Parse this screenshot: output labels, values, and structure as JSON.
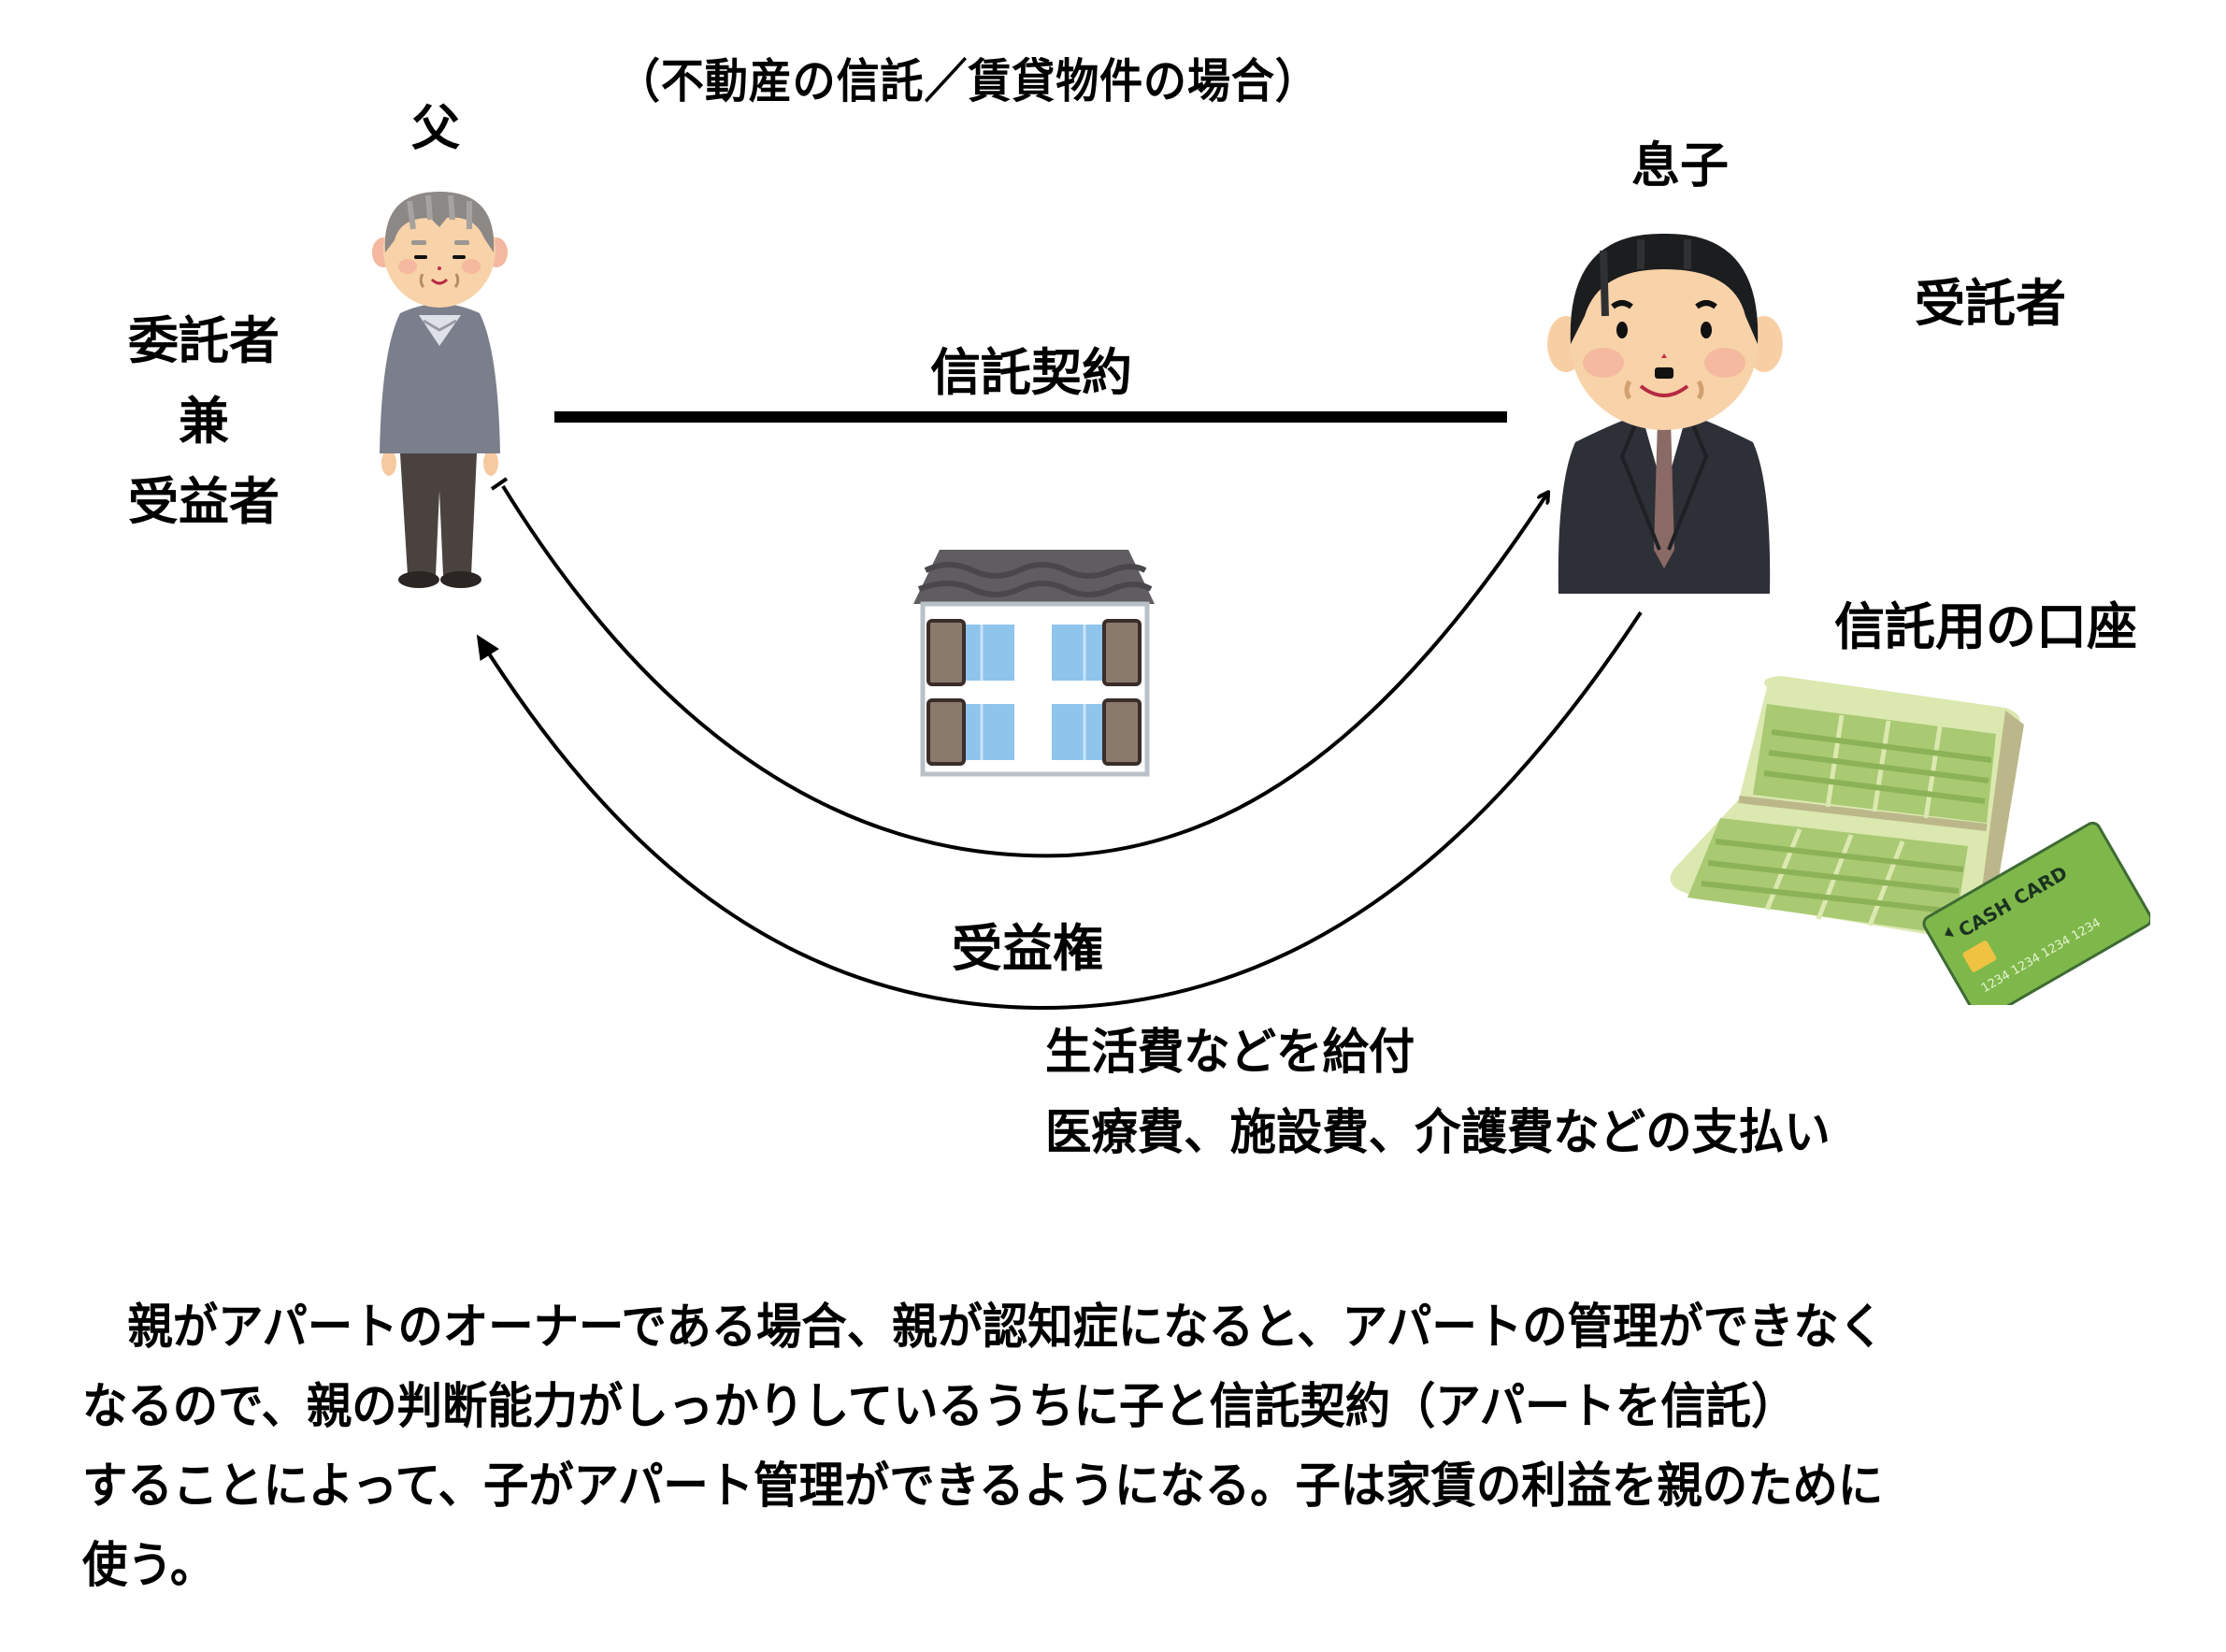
{
  "title": "（不動産の信託／賃貸物件の場合）",
  "parties": {
    "father": {
      "name": "父",
      "roles": [
        "委託者",
        "兼",
        "受益者"
      ]
    },
    "son": {
      "name": "息子",
      "role": "受託者"
    }
  },
  "relations": {
    "contract": "信託契約",
    "beneficial_interest": "受益権"
  },
  "assets": {
    "property_icon": "apartment-building-icon",
    "account_label": "信託用の口座",
    "account_icons": [
      "passbook-icon",
      "cash-card-icon"
    ],
    "cash_card_text": "CASH CARD",
    "cash_card_number": "1234 1234 1234 1234"
  },
  "benefits": [
    "生活費などを給付",
    "医療費、施設費、介護費などの支払い"
  ],
  "explanation_lines": [
    "　親がアパートのオーナーである場合、親が認知症になると、アパートの管理ができなく",
    "なるので、親の判断能力がしっかりしているうちに子と信託契約（アパートを信託）",
    "することによって、子がアパート管理ができるようになる。子は家賃の利益を親のために",
    "使う。"
  ],
  "colors": {
    "text": "#000000",
    "background": "#ffffff",
    "sweater": "#7b7f8c",
    "trousers": "#4a423f",
    "suit": "#2e3038",
    "tie": "#8a6a64",
    "skin": "#f8d2a8",
    "roof": "#5f5d62",
    "window": "#8fc4ec",
    "shutter": "#8a7a6b",
    "passbook": "#a9c972",
    "cash_card": "#7fb84a"
  }
}
